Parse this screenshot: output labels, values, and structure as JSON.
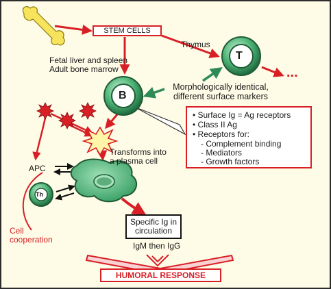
{
  "labels": {
    "stem_cells": "STEM CELLS",
    "fetal_liver": "Fetal liver and spleen",
    "adult_marrow": "Adult bone marrow",
    "thymus": "Thymus",
    "t_cell_letter": "T",
    "b_cell_letter": "B",
    "dots": "...",
    "morph_line1": "Morphologically identical,",
    "morph_line2": "different surface markers",
    "transforms_line1": "Transforms into",
    "transforms_line2": "a plasma cell",
    "apc": "APC",
    "th": "Th",
    "cell_coop_line1": "Cell",
    "cell_coop_line2": "cooperation",
    "specific_line1": "Specific Ig in",
    "specific_line2": "circulation",
    "igm_igg": "IgM  then  IgG",
    "humoral": "HUMORAL RESPONSE"
  },
  "receptors": {
    "items": [
      "Surface Ig = Ag receptors",
      "Class II Ag",
      "Receptors for:"
    ],
    "subitems": [
      "- Complement  binding",
      "- Mediators",
      "- Growth factors"
    ]
  },
  "colors": {
    "arrow_red": "#d81f26",
    "arrow_green": "#2e8b57",
    "cell_green": "#44b36f",
    "background": "#fefbe6"
  },
  "icons": [
    "bone-icon",
    "star-antigen-icon",
    "plasma-cell-icon",
    "starburst-icon"
  ]
}
